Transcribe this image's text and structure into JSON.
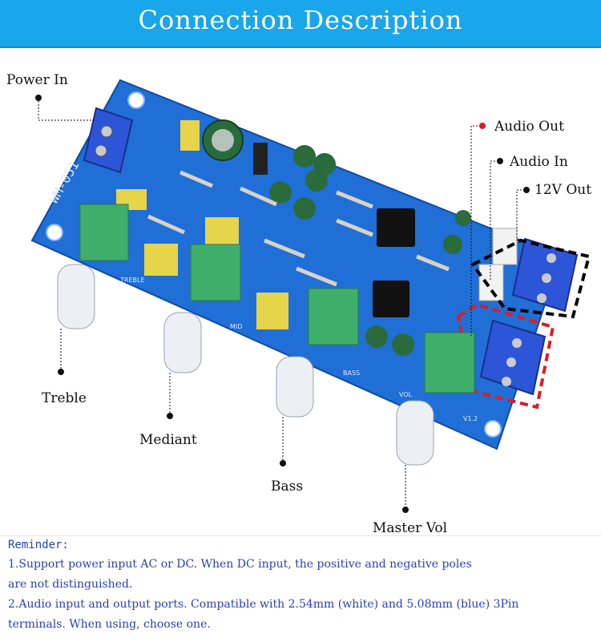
{
  "banner": {
    "title": "Connection Description"
  },
  "labels": {
    "power_in": "Power In",
    "audio_out": "Audio Out",
    "audio_in": "Audio In",
    "out_12v": "12V Out",
    "treble": "Treble",
    "mediant": "Mediant",
    "bass": "Bass",
    "master_vol": "Master Vol"
  },
  "board": {
    "model": "WM-051",
    "knob_labels": [
      "TREBLE",
      "MID",
      "BASS",
      "VOL"
    ],
    "version": "V1.2",
    "colors": {
      "board": "#1f6fd6",
      "knob_base": "#3fae6a",
      "terminal": "#2d55d8",
      "highlight_red": "#e01b24",
      "highlight_black": "#000000"
    }
  },
  "reminder": {
    "heading": "Reminder:",
    "lines": [
      "1.Support power input AC or DC. When DC input, the positive and negative poles",
      "are not distinguished.",
      "2.Audio input and output ports. Compatible with 2.54mm (white) and 5.08mm (blue) 3Pin",
      "terminals. When using, choose one."
    ]
  }
}
